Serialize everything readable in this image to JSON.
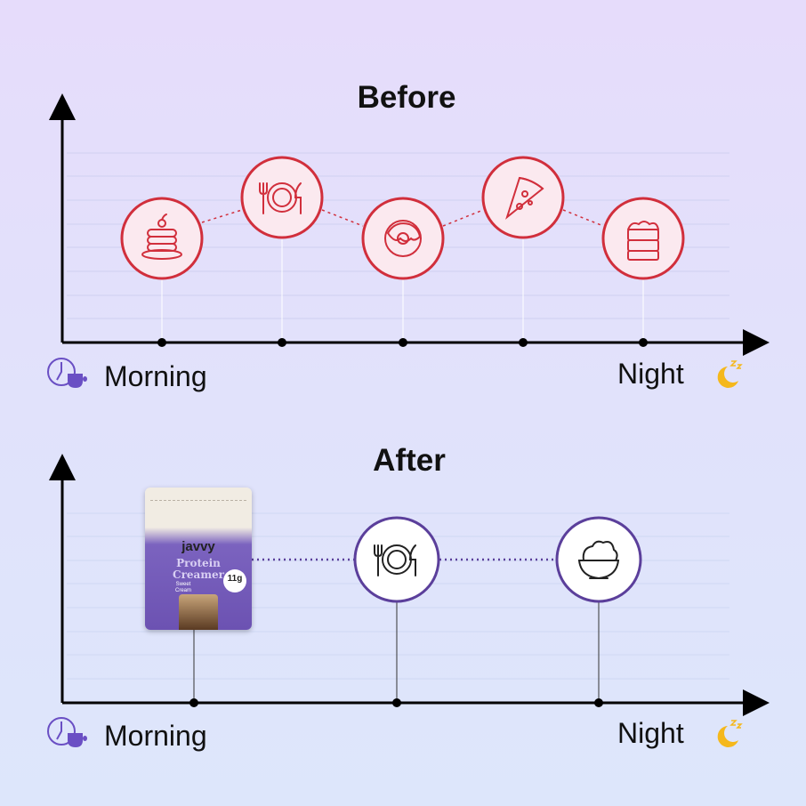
{
  "before": {
    "title": "Before",
    "start_label": "Morning",
    "end_label": "Night",
    "events": [
      {
        "icon": "pancakes-icon"
      },
      {
        "icon": "plate-fork-knife-icon"
      },
      {
        "icon": "donut-icon"
      },
      {
        "icon": "pizza-slice-icon"
      },
      {
        "icon": "cake-icon"
      }
    ],
    "accent": "#d12f3c"
  },
  "after": {
    "title": "After",
    "start_label": "Morning",
    "end_label": "Night",
    "product": {
      "brand": "javvy",
      "line1": "Protein",
      "line2": "Creamer",
      "flavor": "Sweet Cream",
      "badge": "11g"
    },
    "events": [
      {
        "icon": "protein-creamer-package"
      },
      {
        "icon": "plate-fork-knife-icon"
      },
      {
        "icon": "salad-bowl-icon"
      }
    ],
    "accent": "#5b3f9b"
  }
}
